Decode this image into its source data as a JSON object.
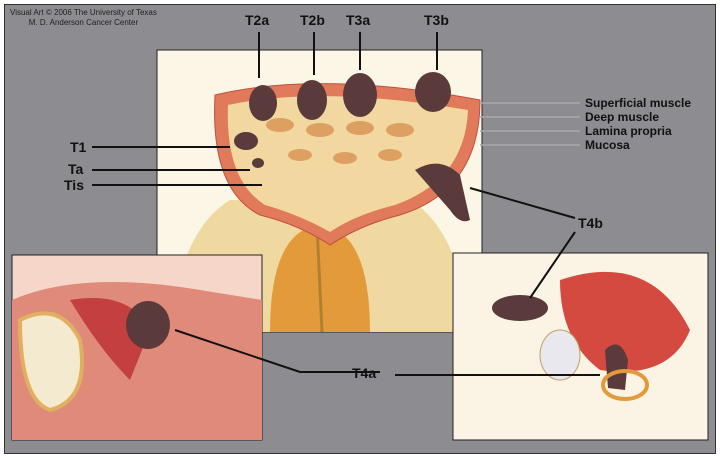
{
  "credit": {
    "line1": "Visual Art © 2006 The University of Texas",
    "line2": "M. D. Anderson Cancer Center"
  },
  "stages": {
    "T2a": "T2a",
    "T2b": "T2b",
    "T3a": "T3a",
    "T3b": "T3b",
    "T1": "T1",
    "Ta": "Ta",
    "Tis": "Tis",
    "T4b": "T4b",
    "T4a": "T4a"
  },
  "layers": [
    "Superficial muscle",
    "Deep muscle",
    "Lamina propria",
    "Mucosa"
  ],
  "colors": {
    "background": "#8c8c91",
    "tumor": "#5a3a3a",
    "muscle": "#d9786a",
    "fat": "#f2e3a8"
  }
}
